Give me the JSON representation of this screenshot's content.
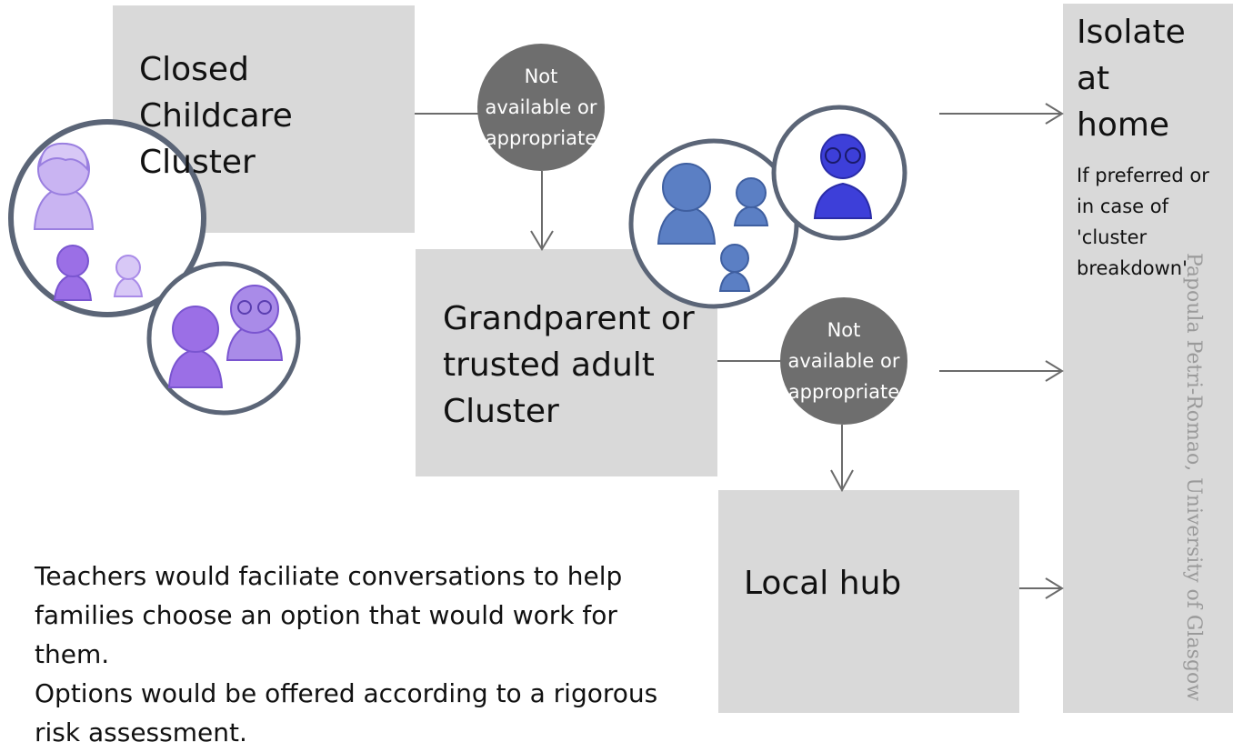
{
  "boxes": {
    "closed_cluster": "Closed\nChildcare\nCluster",
    "grandparent_cluster": "Grandparent or\ntrusted adult\nCluster",
    "local_hub": "Local hub",
    "isolate_title": "Isolate\nat\nhome",
    "isolate_note": "If preferred or\nin case of\n'cluster\nbreakdown'"
  },
  "decision_nodes": [
    {
      "label": "Not\navailable or\nappropriate"
    },
    {
      "label": "Not\navailable or\nappropriate"
    }
  ],
  "body_text": "Teachers would faciliate conversations to help\nfamilies choose an option that would work for them.\nOptions would be offered according to a rigorous\nrisk assessment.",
  "watermark": "Papoula Petri-Romao, University of Glasgow",
  "icons": [
    "purple-family-icon",
    "blue-family-icon"
  ],
  "colors": {
    "box": "#d9d9d9",
    "decision": "#6e6e6e",
    "ring": "#5b6577",
    "purple": "#a98be8",
    "blue": "#5b7fc4",
    "dark_blue": "#3d3fd9"
  }
}
